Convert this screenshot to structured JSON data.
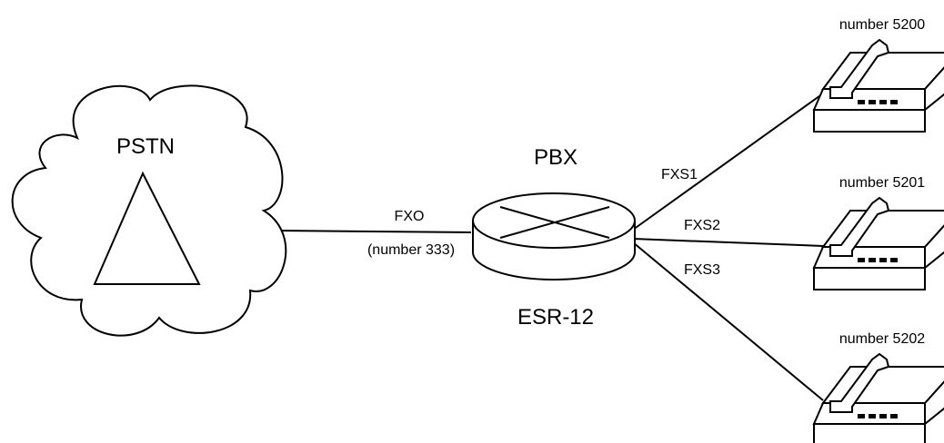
{
  "pstn": {
    "label": "PSTN"
  },
  "router": {
    "top_label": "PBX",
    "bottom_label": "ESR-12"
  },
  "links": {
    "fxo": "FXO",
    "fxo_number": "(number 333)",
    "fxs1": "FXS1",
    "fxs2": "FXS2",
    "fxs3": "FXS3"
  },
  "phones": [
    {
      "label": "number 5200"
    },
    {
      "label": "number 5201"
    },
    {
      "label": "number 5202"
    }
  ]
}
